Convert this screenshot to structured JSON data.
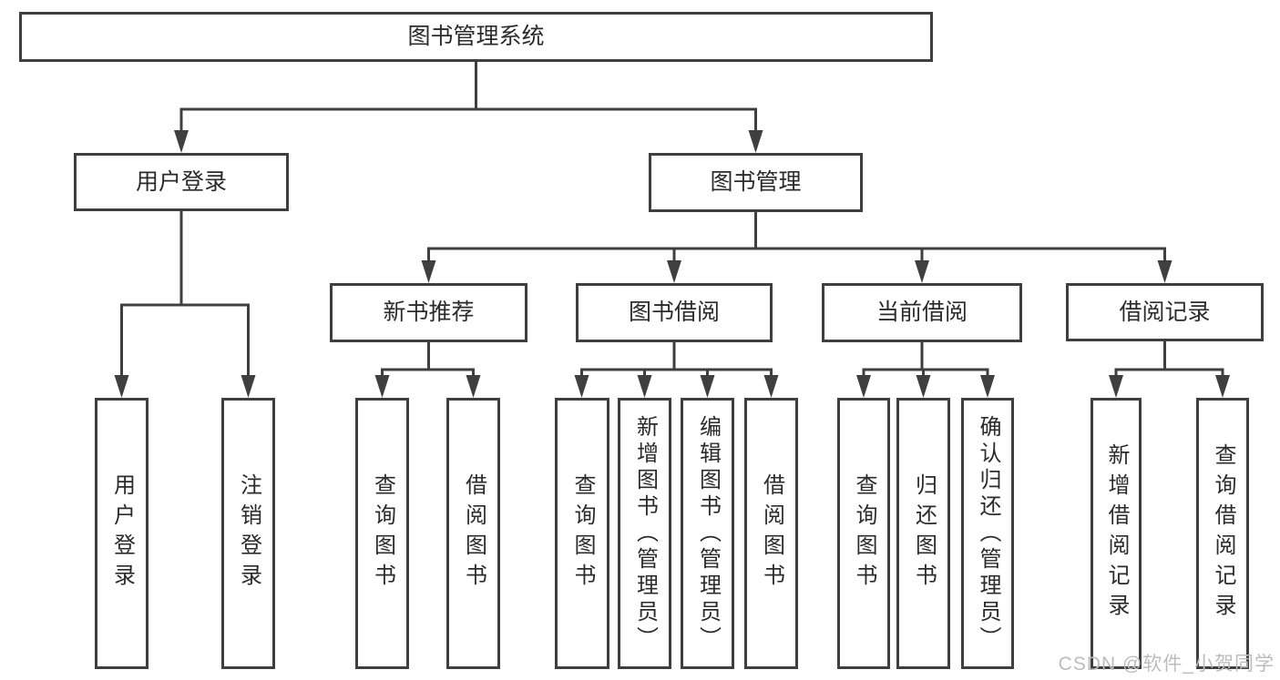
{
  "diagram": {
    "root": {
      "label": "图书管理系统"
    },
    "level2": [
      {
        "id": "user-login",
        "label": "用户登录"
      },
      {
        "id": "book-management",
        "label": "图书管理"
      }
    ],
    "level3": [
      {
        "id": "new-book-recommend",
        "label": "新书推荐",
        "parent": "图书管理"
      },
      {
        "id": "book-borrowing",
        "label": "图书借阅",
        "parent": "图书管理"
      },
      {
        "id": "current-borrowing",
        "label": "当前借阅",
        "parent": "图书管理"
      },
      {
        "id": "borrowing-records",
        "label": "借阅记录",
        "parent": "图书管理"
      }
    ],
    "leaves": [
      {
        "label": "用户登录",
        "parent": "用户登录"
      },
      {
        "label": "注销登录",
        "parent": "用户登录"
      },
      {
        "label": "查询图书",
        "parent": "新书推荐"
      },
      {
        "label": "借阅图书",
        "parent": "新书推荐"
      },
      {
        "label": "查询图书",
        "parent": "图书借阅"
      },
      {
        "label": "新增图书（管理员）",
        "parent": "图书借阅"
      },
      {
        "label": "编辑图书（管理员）",
        "parent": "图书借阅"
      },
      {
        "label": "借阅图书",
        "parent": "图书借阅"
      },
      {
        "label": "查询图书",
        "parent": "当前借阅"
      },
      {
        "label": "归还图书",
        "parent": "当前借阅"
      },
      {
        "label": "确认归还（管理员）",
        "parent": "当前借阅"
      },
      {
        "label": "新增借阅记录",
        "parent": "借阅记录"
      },
      {
        "label": "查询借阅记录",
        "parent": "借阅记录"
      }
    ],
    "colors": {
      "line": "#3f3f3f",
      "text": "#2b2b2b",
      "box_background": "#ffffff",
      "page_background": "#ffffff"
    }
  },
  "watermark": {
    "text": "CSDN @软件_小贺同学",
    "color": "#bcbcbc"
  }
}
